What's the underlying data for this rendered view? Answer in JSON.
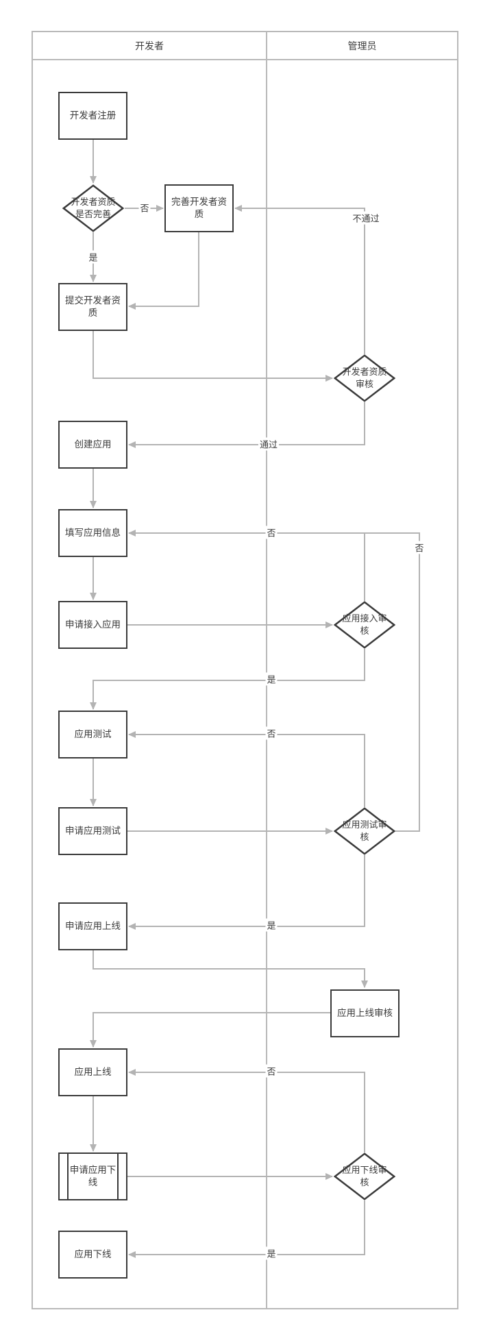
{
  "lanes": {
    "developer": "开发者",
    "admin": "管理员"
  },
  "nodes": {
    "register": "开发者注册",
    "qual_check": "开发者资质是否完善",
    "improve_qual": "完善开发者资质",
    "submit_qual": "提交开发者资质",
    "qual_review": "开发者资质审核",
    "create_app": "创建应用",
    "fill_info": "填写应用信息",
    "apply_access": "申请接入应用",
    "access_review": "应用接入审核",
    "app_test": "应用测试",
    "apply_test": "申请应用测试",
    "test_review": "应用测试审核",
    "apply_online": "申请应用上线",
    "online_review": "应用上线审核",
    "app_online": "应用上线",
    "apply_offline": "申请应用下线",
    "offline_review": "应用下线审核",
    "app_offline": "应用下线"
  },
  "edge_labels": {
    "yes": "是",
    "no": "否",
    "pass": "通过",
    "fail": "不通过"
  },
  "colors": {
    "shape_border": "#3a3a3a",
    "connector": "#b3b3b3",
    "lane_border": "#b9b9b9",
    "text": "#3a3a3a",
    "background": "#ffffff"
  }
}
